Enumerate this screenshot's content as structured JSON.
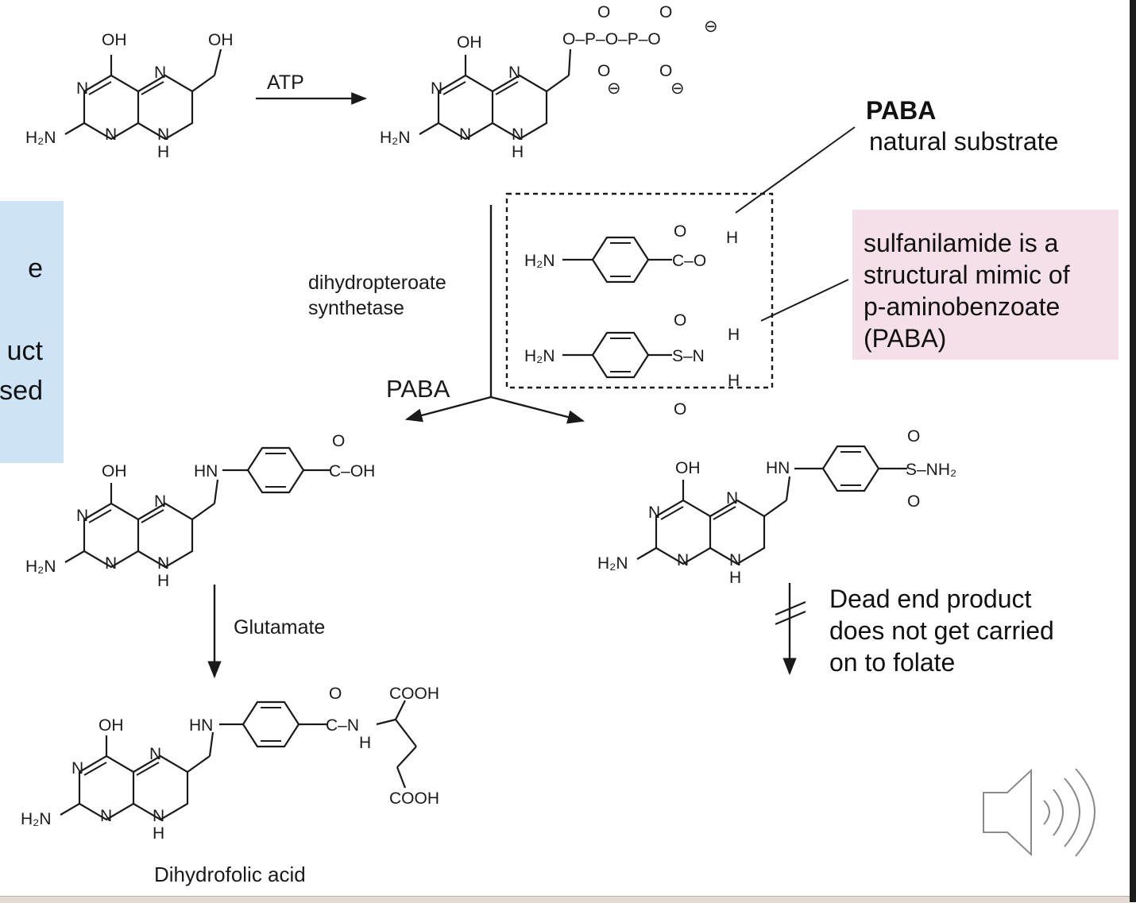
{
  "molecule_labels": {
    "oh": "OH",
    "n": "N",
    "nh_h": "H",
    "h2n": "H₂N",
    "hn": "HN",
    "o": "O",
    "p": "P",
    "c": "C",
    "s": "S",
    "h": "H",
    "minus": "⊖",
    "cooh": "COOH",
    "c_oh": "C–OH",
    "s_nh2": "S–NH₂",
    "c_o_h": "C–O",
    "s_n": "S–N",
    "c_n": "C–N",
    "o_p_o_p_o": "O–P–O–P–O"
  },
  "reaction": {
    "atp": "ATP",
    "enzyme_line1": "dihydropteroate",
    "enzyme_line2": "synthetase",
    "paba_label": "PABA",
    "glutamate": "Glutamate",
    "product_name": "Dihydrofolic acid"
  },
  "callouts": {
    "paba_title": "PABA",
    "paba_subtitle": "natural substrate",
    "sulfa_note": "sulfanilamide is a\nstructural mimic of\np-aminobenzoate\n(PABA)",
    "dead_end": "Dead end product\ndoes not get carried\non to folate"
  },
  "left_box_fragments": [
    "e",
    "uct",
    "sed"
  ],
  "speaker": {
    "icon": "speaker-icon"
  },
  "colors": {
    "blue_box": "#cfe3f6",
    "pink_box": "#f5dfe8",
    "ink": "#1a1a1a"
  }
}
